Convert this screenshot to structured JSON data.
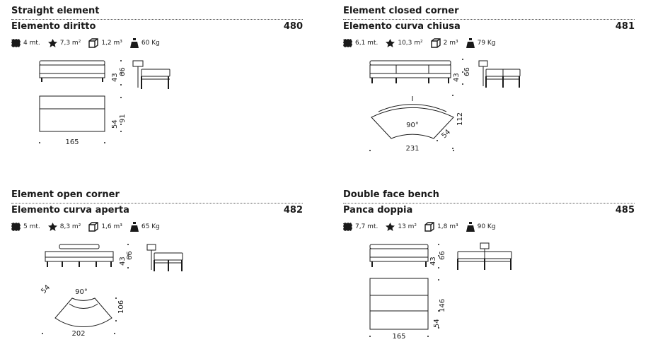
{
  "products": [
    {
      "title_en": "Straight element",
      "title_it": "Elemento diritto",
      "code": "480",
      "specs": {
        "fabric": "4 mt.",
        "leather": "7,3 m²",
        "volume": "1,2 m³",
        "weight": "60 Kg"
      },
      "dims": {
        "h_seat": "43",
        "h_total": "66",
        "depth_seat": "54",
        "depth_total": "91",
        "width": "165"
      }
    },
    {
      "title_en": "Element closed corner",
      "title_it": "Elemento curva chiusa",
      "code": "481",
      "specs": {
        "fabric": "6,1 mt.",
        "leather": "10,3 m²",
        "volume": "2 m³",
        "weight": "79 Kg"
      },
      "dims": {
        "h_seat": "43",
        "h_total": "66",
        "depth_seat": "54",
        "depth_total": "112",
        "width": "231",
        "angle": "90°"
      }
    },
    {
      "title_en": "Element open corner",
      "title_it": "Elemento curva aperta",
      "code": "482",
      "specs": {
        "fabric": "5 mt.",
        "leather": "8,3 m²",
        "volume": "1,6 m³",
        "weight": "65 Kg"
      },
      "dims": {
        "h_seat": "43",
        "h_total": "66",
        "depth_seat": "54",
        "depth_total": "106",
        "width": "202",
        "angle": "90°"
      }
    },
    {
      "title_en": "Double face bench",
      "title_it": "Panca doppia",
      "code": "485",
      "specs": {
        "fabric": "7,7 mt.",
        "leather": "13 m²",
        "volume": "1,8 m³",
        "weight": "90 Kg"
      },
      "dims": {
        "h_seat": "43",
        "h_total": "66",
        "depth_seat": "54",
        "depth_total": "146",
        "width": "165"
      }
    }
  ]
}
